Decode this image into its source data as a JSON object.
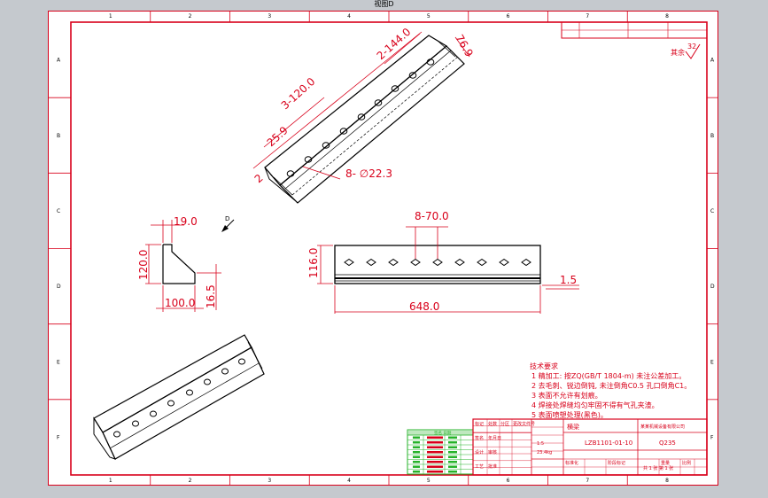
{
  "window": {
    "title": "视图D"
  },
  "zones": {
    "columns": [
      "1",
      "2",
      "3",
      "4",
      "5",
      "6",
      "7",
      "8"
    ],
    "rows": [
      "A",
      "B",
      "C",
      "D",
      "E",
      "F"
    ]
  },
  "dimensions": {
    "iso_pitch": "2-144.0",
    "iso_span": "3-120.0",
    "iso_width": "76.9",
    "iso_offset": "25.9",
    "iso_edge": "2",
    "iso_holes": "8- ∅22.3",
    "side_top": "19.0",
    "side_height": "120.0",
    "side_base": "100.0",
    "side_lip": "16.5",
    "front_pitch": "8-70.0",
    "front_height": "116.0",
    "front_length": "648.0",
    "front_thickness": "1.5"
  },
  "view_label": "D",
  "roughness": {
    "symbol": "32",
    "rest": "其余"
  },
  "notes": {
    "heading": "技术要求",
    "lines": [
      "1  精加工: 按ZQ(GB/T 1804-m) 未注公差加工。",
      "2  去毛刺、锐边倒钝, 未注倒角C0.5 孔口倒角C1。",
      "3  表面不允许有划痕。",
      "4  焊接处焊缝均匀牢固不得有气孔夹渣。",
      "5  表面喷塑处理(黑色)。"
    ]
  },
  "title_block": {
    "part_name": "横梁",
    "drawing_no": "LZB1101-01-10",
    "company": "某某机械设备有限公司",
    "material": "Q235",
    "scale": "1:5",
    "weight": "23.4kg",
    "sheet": "共 1 张 第 1 张",
    "labels": [
      "标记",
      "处数",
      "分区",
      "更改文件号",
      "签名",
      "年月日",
      "设计",
      "审核",
      "工艺",
      "批准",
      "标准化",
      "阶段标记",
      "重量",
      "比例"
    ]
  },
  "revision_table": {
    "header": "签名  日期",
    "rows": [
      "",
      "",
      "",
      "",
      "",
      "",
      "",
      ""
    ]
  },
  "colors": {
    "line": "#d8001a",
    "sheet": "#ffffff",
    "background": "#c5c9ce",
    "green": "#26b32a"
  }
}
